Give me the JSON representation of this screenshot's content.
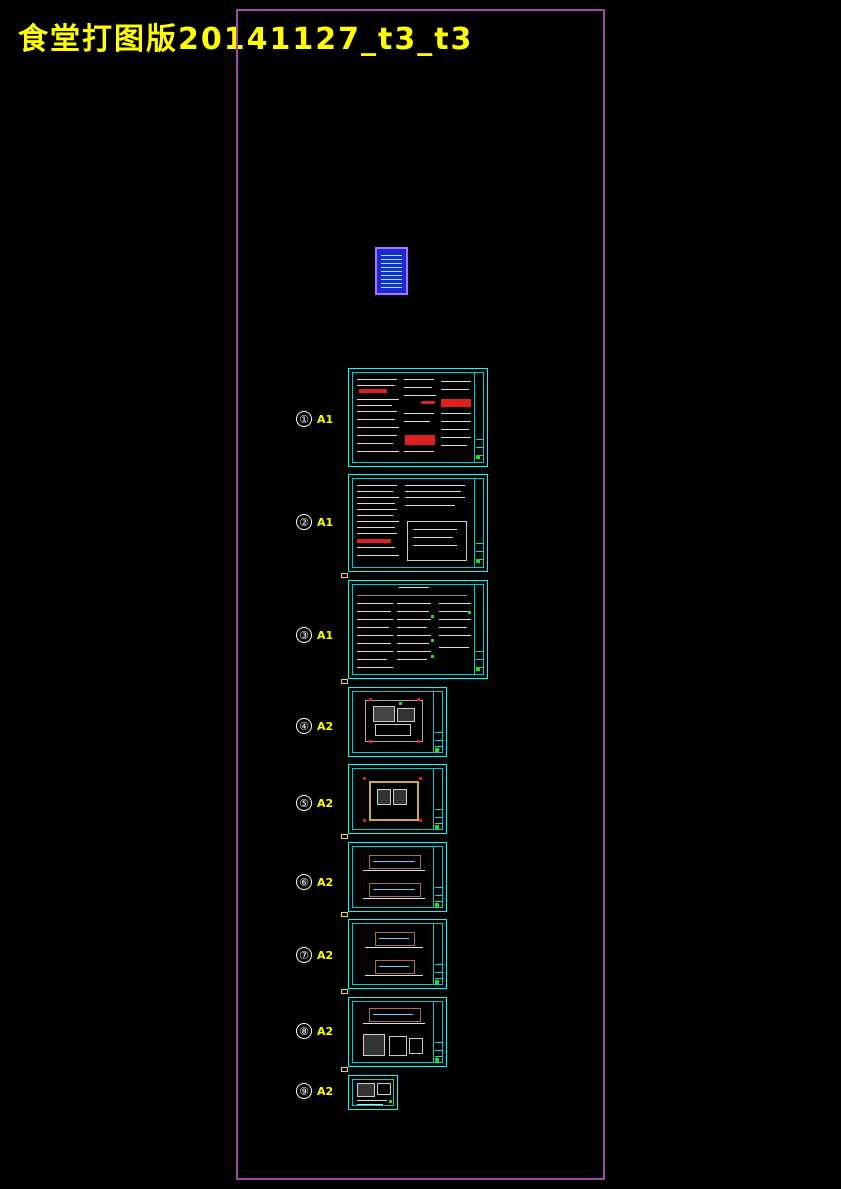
{
  "drawing": {
    "title": "食堂打图版20141127_t3_t3"
  },
  "sheets": [
    {
      "number": "①",
      "size": "A1"
    },
    {
      "number": "②",
      "size": "A1"
    },
    {
      "number": "③",
      "size": "A1"
    },
    {
      "number": "④",
      "size": "A2"
    },
    {
      "number": "⑤",
      "size": "A2"
    },
    {
      "number": "⑥",
      "size": "A2"
    },
    {
      "number": "⑦",
      "size": "A2"
    },
    {
      "number": "⑧",
      "size": "A2"
    },
    {
      "number": "⑨",
      "size": "A2"
    }
  ],
  "colors": {
    "background": "#000000",
    "title": "#ffff00",
    "frame": "#a04aa6",
    "sheet_border": "#00ffff",
    "label": "#ffff00"
  }
}
